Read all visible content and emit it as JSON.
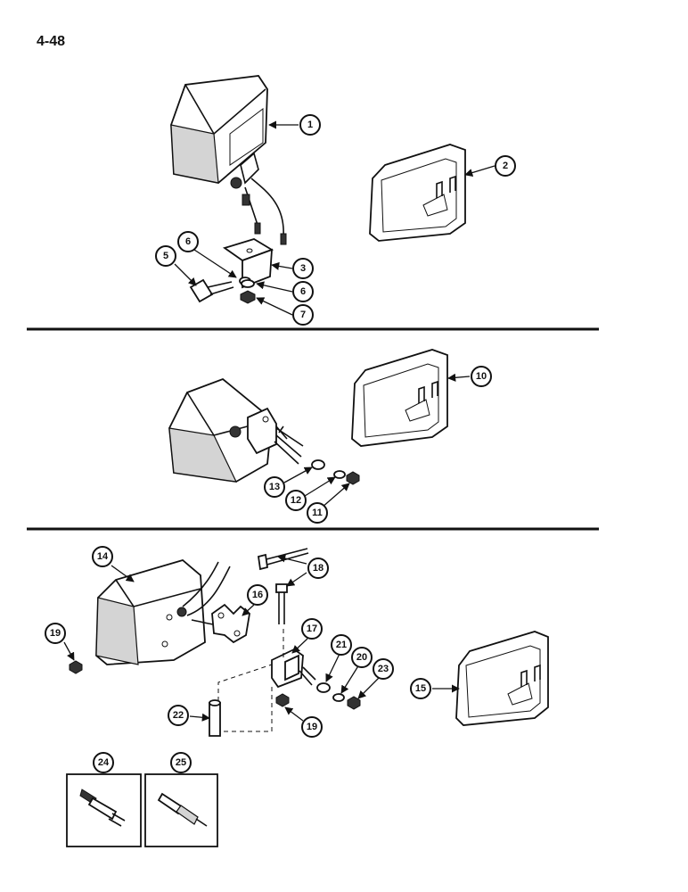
{
  "page_number": "4-48",
  "callouts": [
    "1",
    "2",
    "3",
    "5",
    "6",
    "6",
    "7",
    "10",
    "13",
    "12",
    "11",
    "14",
    "18",
    "16",
    "17",
    "19",
    "21",
    "20",
    "23",
    "15",
    "22",
    "19",
    "24",
    "25"
  ]
}
